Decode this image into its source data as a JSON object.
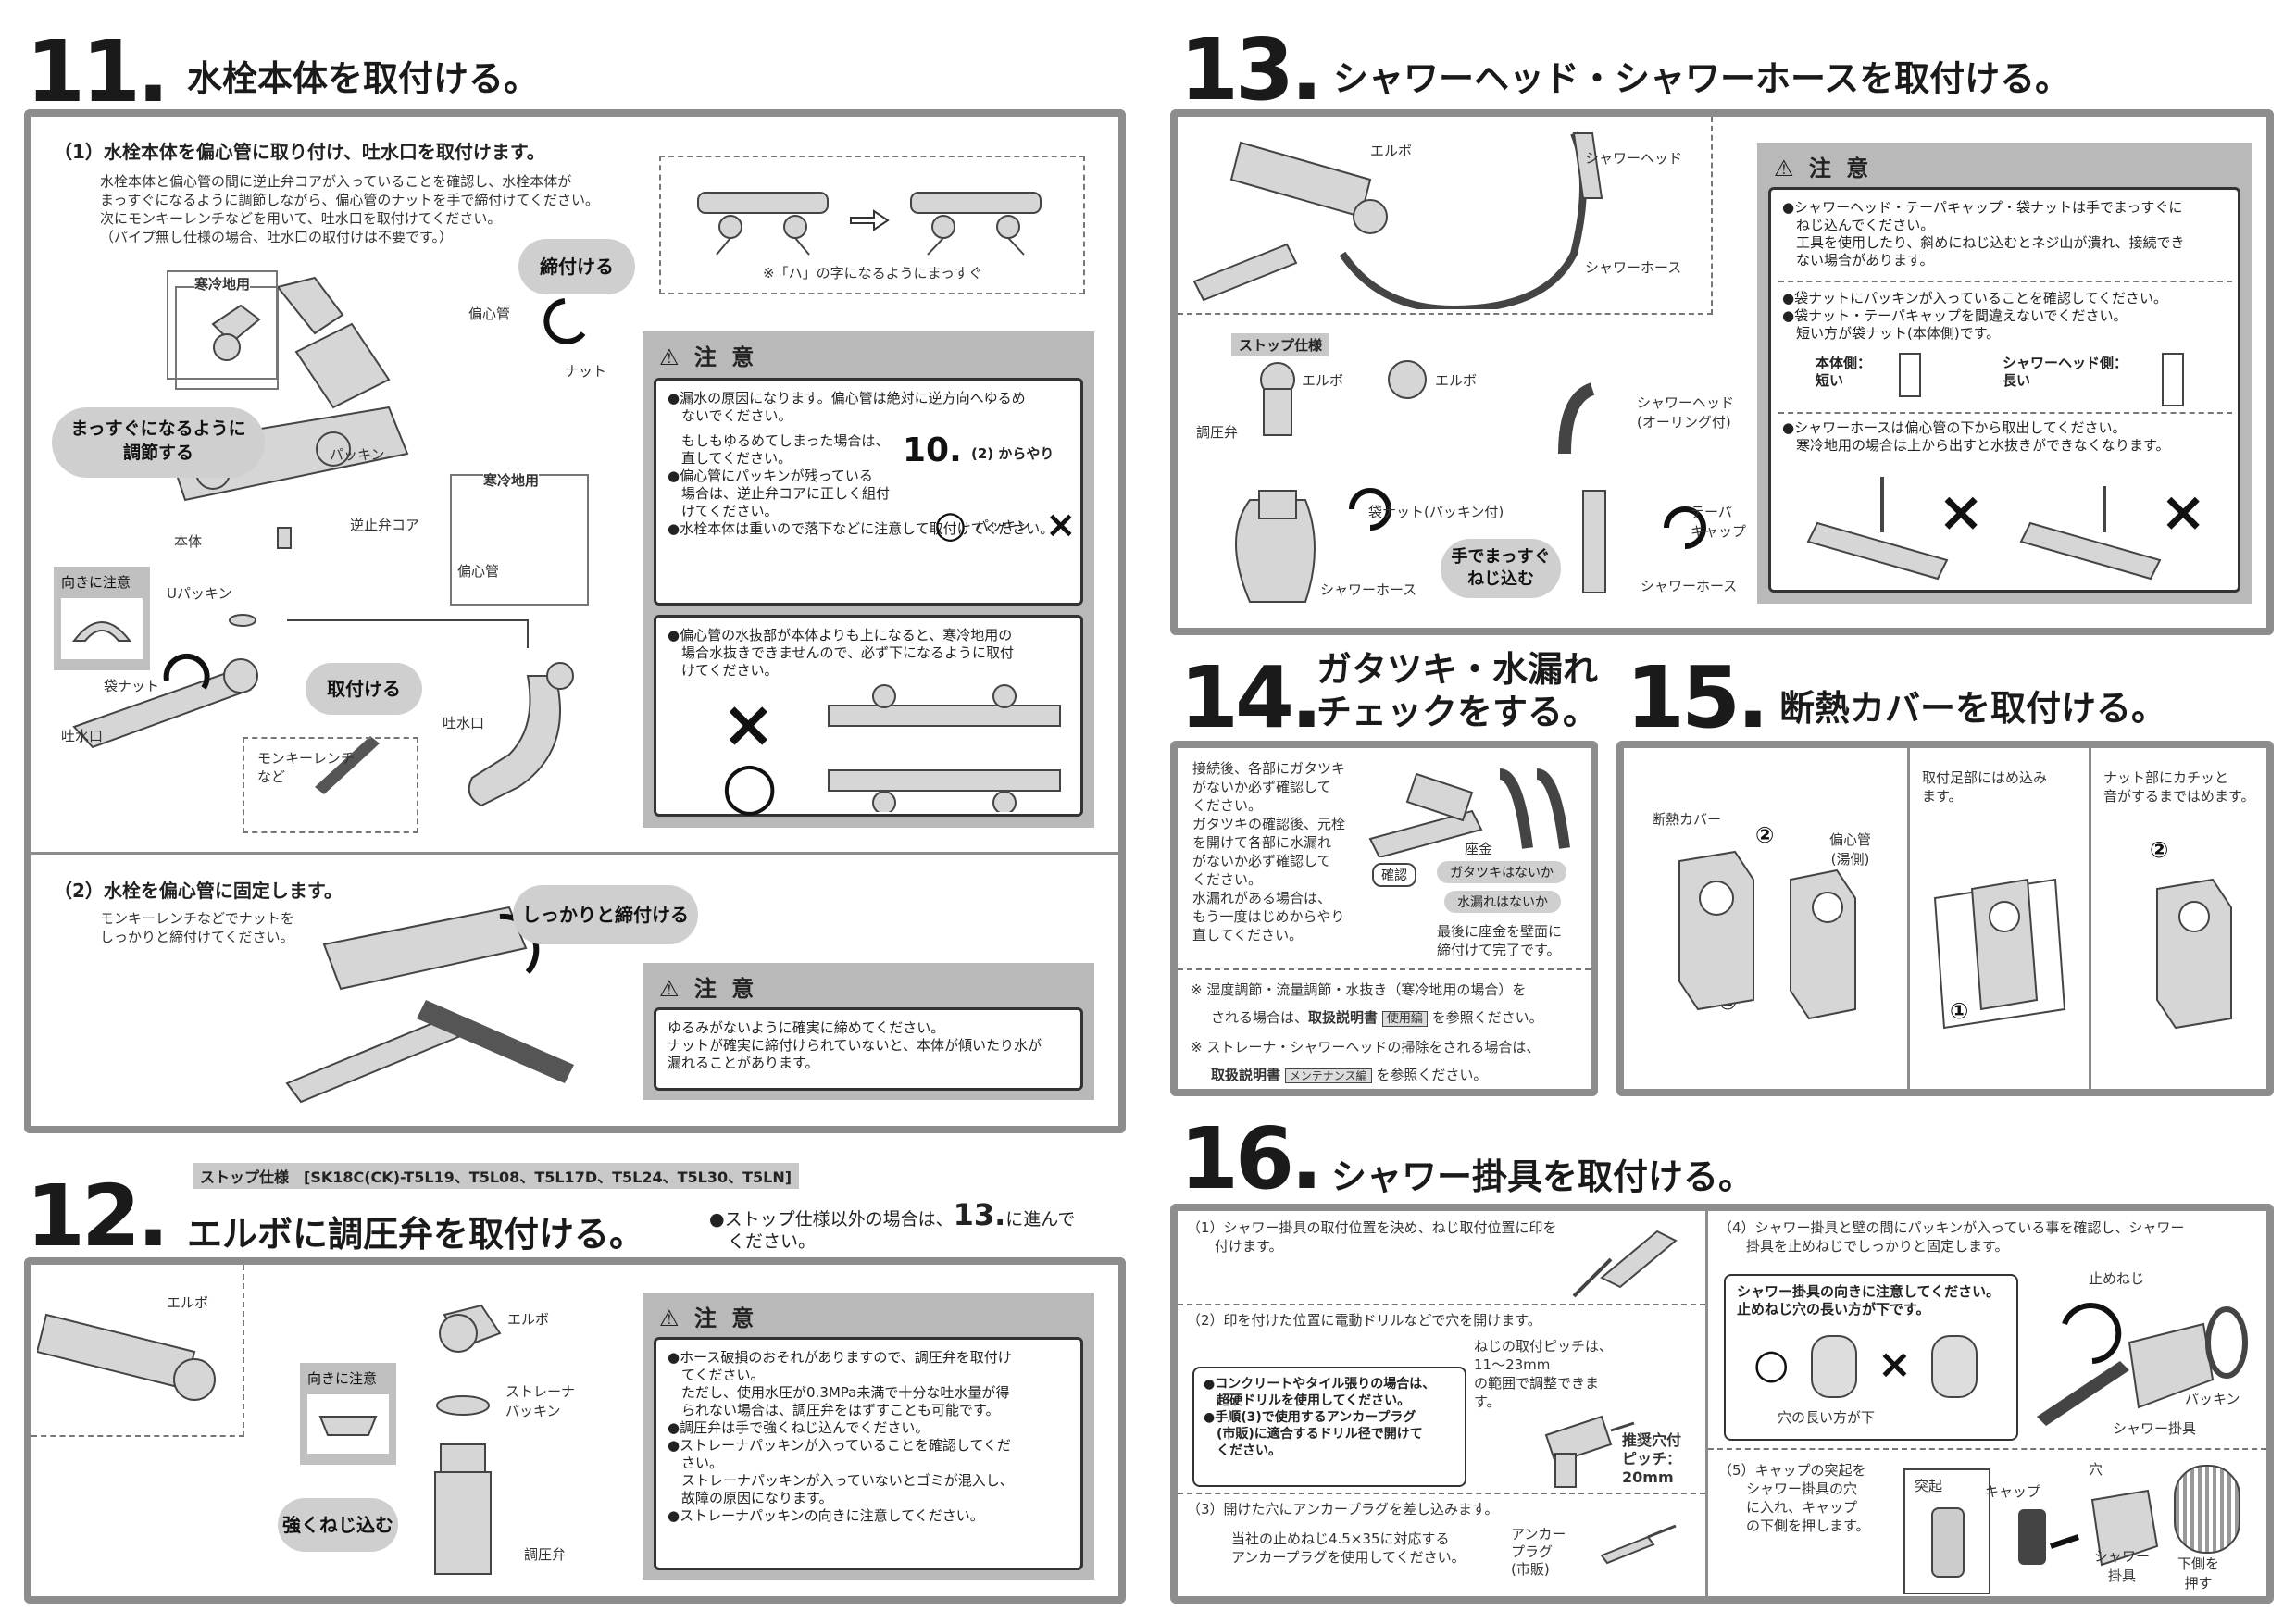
{
  "s11": {
    "num": "11.",
    "title": "水栓本体を取付ける。",
    "step1_title": "（1）水栓本体を偏心管に取り付け、吐水口を取付けます。",
    "step1_text": [
      "水栓本体と偏心管の間に逆止弁コアが入っていることを確認し、水栓本体が",
      "まっすぐになるように調節しながら、偏心管のナットを手で締付けてください。",
      "次にモンキーレンチなどを用いて、吐水口を取付けてください。",
      "（パイプ無し仕様の場合、吐水口の取付けは不要です。）"
    ],
    "note_hachi": "※「ハ」の字になるようにまっすぐ",
    "labels": {
      "kanrei1": "寒冷地用",
      "kanrei2": "寒冷地用",
      "henshinkan1": "偏心管",
      "henshinkan2": "偏心管",
      "nut": "ナット",
      "packing": "パッキン",
      "gyakushi": "逆止弁コア",
      "hontai": "本体",
      "u_packing": "Uパッキン",
      "fukuro_nut": "袋ナット",
      "tosuiguchi1": "吐水口",
      "tosuiguchi2": "吐水口",
      "monkey": "モンキーレンチ",
      "nado": "など",
      "muki": "向きに注意"
    },
    "clouds": {
      "shimetsukeru": "締付ける",
      "massugu1": "まっすぐになるように",
      "massugu2": "調節する",
      "toritsukeru": "取付ける"
    },
    "caution1": {
      "head": "注 意",
      "lines": [
        "●漏水の原因になります。偏心管は絶対に逆方向へゆるめ",
        "　ないでください。",
        "　もしもゆるめてしまった場合は、",
        "　直してください。",
        "●偏心管にパッキンが残っている",
        "　場合は、逆止弁コアに正しく組付",
        "　けてください。",
        "●水栓本体は重いので落下などに注意して取付けてください。"
      ],
      "ref_num": "10.",
      "ref_text": "(2) からやり",
      "packing": "パッキン",
      "o": "○",
      "x": "×",
      "lines2": [
        "●偏心管の水抜部が本体よりも上になると、寒冷地用の",
        "　場合水抜きできませんので、必ず下になるように取付",
        "　けてください。"
      ]
    },
    "step2_title": "（2）水栓を偏心管に固定します。",
    "step2_text": [
      "モンキーレンチなどでナットを",
      "しっかりと締付けてください。"
    ],
    "cloud_shikkari": "しっかりと締付ける",
    "caution2": {
      "head": "注 意",
      "lines": [
        "ゆるみがないように確実に締めてください。",
        "ナットが確実に締付けられていないと、本体が傾いたり水が",
        "漏れることがあります。"
      ]
    }
  },
  "s12": {
    "tag": "ストップ仕様　[SK18C(CK)-T5L19、T5L08、T5L17D、T5L24、T5L30、T5LN]",
    "num": "12.",
    "title": "エルボに調圧弁を取付ける。",
    "note1": "●ストップ仕様以外の場合は、",
    "note_num": "13.",
    "note2": "に進んで",
    "note3": "ください。",
    "labels": {
      "elbo1": "エルボ",
      "elbo2": "エルボ",
      "muki": "向きに注意",
      "strainer1": "ストレーナ",
      "strainer2": "パッキン",
      "chouatsu": "調圧弁"
    },
    "cloud": "強くねじ込む",
    "caution": {
      "head": "注 意",
      "lines": [
        "●ホース破損のおそれがありますので、調圧弁を取付け",
        "　てください。",
        "　ただし、使用水圧が0.3MPa未満で十分な吐水量が得",
        "　られない場合は、調圧弁をはずすことも可能です。",
        "●調圧弁は手で強くねじ込んでください。",
        "●ストレーナパッキンが入っていることを確認してくだ",
        "　さい。",
        "　ストレーナパッキンが入っていないとゴミが混入し、",
        "　故障の原因になります。",
        "●ストレーナパッキンの向きに注意してください。"
      ]
    }
  },
  "s13": {
    "num": "13.",
    "title": "シャワーヘッド・シャワーホースを取付ける。",
    "labels": {
      "elbo1": "エルボ",
      "head": "シャワーヘッド",
      "hose1": "シャワーホース",
      "stop": "ストップ仕様",
      "elbo2": "エルボ",
      "elbo3": "エルボ",
      "chouatsu": "調圧弁",
      "head2a": "シャワーヘッド",
      "head2b": "(オーリング付)",
      "fukuro": "袋ナット(パッキン付)",
      "taper1": "テーパ",
      "taper2": "キャップ",
      "hose2": "シャワーホース",
      "hose3": "シャワーホース"
    },
    "cloud1": "手でまっすぐ",
    "cloud2": "ねじ込む",
    "caution": {
      "head": "注 意",
      "b1": [
        "●シャワーヘッド・テーパキャップ・袋ナットは手でまっすぐに",
        "　ねじ込んでください。",
        "　工具を使用したり、斜めにねじ込むとネジ山が潰れ、接続でき",
        "　ない場合があります。"
      ],
      "b2": [
        "●袋ナットにパッキンが入っていることを確認してください。",
        "●袋ナット・テーパキャップを間違えないでください。",
        "　短い方が袋ナット(本体側)です。"
      ],
      "side1a": "本体側：",
      "side1b": "短い",
      "side2a": "シャワーヘッド側：",
      "side2b": "長い",
      "b3": [
        "●シャワーホースは偏心管の下から取出してください。",
        "　寒冷地用の場合は上から出すと水抜きができなくなります。"
      ],
      "x": "×"
    }
  },
  "s14": {
    "num": "14.",
    "title1": "ガタツキ・水漏れ",
    "title2": "チェックをする。",
    "text": [
      "接続後、各部にガタツキ",
      "がないか必ず確認して",
      "ください。",
      "ガタツキの確認後、元栓",
      "を開けて各部に水漏れ",
      "がないか必ず確認して",
      "ください。",
      "水漏れがある場合は、",
      "もう一度はじめからやり",
      "直してください。"
    ],
    "zagane": "座金",
    "kakunin": "確認",
    "bubble1": "ガタツキはないか",
    "bubble2": "水漏れはないか",
    "last": [
      "最後に座金を壁面に",
      "締付けて完了です。"
    ],
    "note1a": "※ 湿度調節・流量調節・水抜き（寒冷地用の場合）を",
    "note1b": "される場合は、",
    "note1c": "取扱説明書",
    "note1d": "使用編",
    "note1e": "を参照ください。",
    "note2a": "※ ストレーナ・シャワーヘッドの掃除をされる場合は、",
    "note2b": "取扱説明書",
    "note2c": "メンテナンス編",
    "note2d": "を参照ください。"
  },
  "s15": {
    "num": "15.",
    "title": "断熱カバーを取付ける。",
    "col2": [
      "取付足部にはめ込み",
      "ます。"
    ],
    "col3": [
      "ナット部にカチッと",
      "音がするまではめます。"
    ],
    "labels": {
      "cover": "断熱カバー",
      "henshin1": "偏心管",
      "henshin2": "(湯側)",
      "c1": "①",
      "c2": "②",
      "c3": "①",
      "c4": "②"
    }
  },
  "s16": {
    "num": "16.",
    "title": "シャワー掛具を取付ける。",
    "step1": [
      "（1）シャワー掛具の取付位置を決め、ねじ取付位置に印を",
      "　　付けます。"
    ],
    "step2": "（2）印を付けた位置に電動ドリルなどで穴を開けます。",
    "pitch": [
      "ねじの取付ピッチは、",
      "11〜23mm",
      "の範囲で調整できま",
      "す。"
    ],
    "concrete": [
      "●コンクリートやタイル張りの場合は、",
      "　超硬ドリルを使用してください。",
      "●手順(3)で使用するアンカープラグ",
      "　(市販)に適合するドリル径で開けて",
      "　ください。"
    ],
    "drill1": "推奨穴付",
    "drill2": "ピッチ：",
    "drill3": "20mm",
    "step3": "（3）開けた穴にアンカープラグを差し込みます。",
    "step3b": [
      "当社の止めねじ4.5×35に対応する",
      "アンカープラグを使用してください。"
    ],
    "anchor": [
      "アンカー",
      "プラグ",
      "(市販)"
    ],
    "step4": [
      "（4）シャワー掛具と壁の間にパッキンが入っている事を確認し、シャワー",
      "　　掛具を止めねじでしっかりと固定します。"
    ],
    "box4": [
      "シャワー掛具の向きに注意してください。",
      "止めねじ穴の長い方が下です。"
    ],
    "o": "○",
    "x": "×",
    "nagai": "穴の長い方が下",
    "tomeneji": "止めねじ",
    "packing": "パッキン",
    "kakegu": "シャワー掛具",
    "step5": [
      "（5）キャップの突起を",
      "　　シャワー掛具の穴",
      "　　に入れ、キャップ",
      "　　の下側を押します。"
    ],
    "tokki": "突起",
    "cap": "キャップ",
    "ana": "穴",
    "kakegu2a": "シャワー",
    "kakegu2b": "掛具",
    "shita1": "下側を",
    "shita2": "押す"
  }
}
